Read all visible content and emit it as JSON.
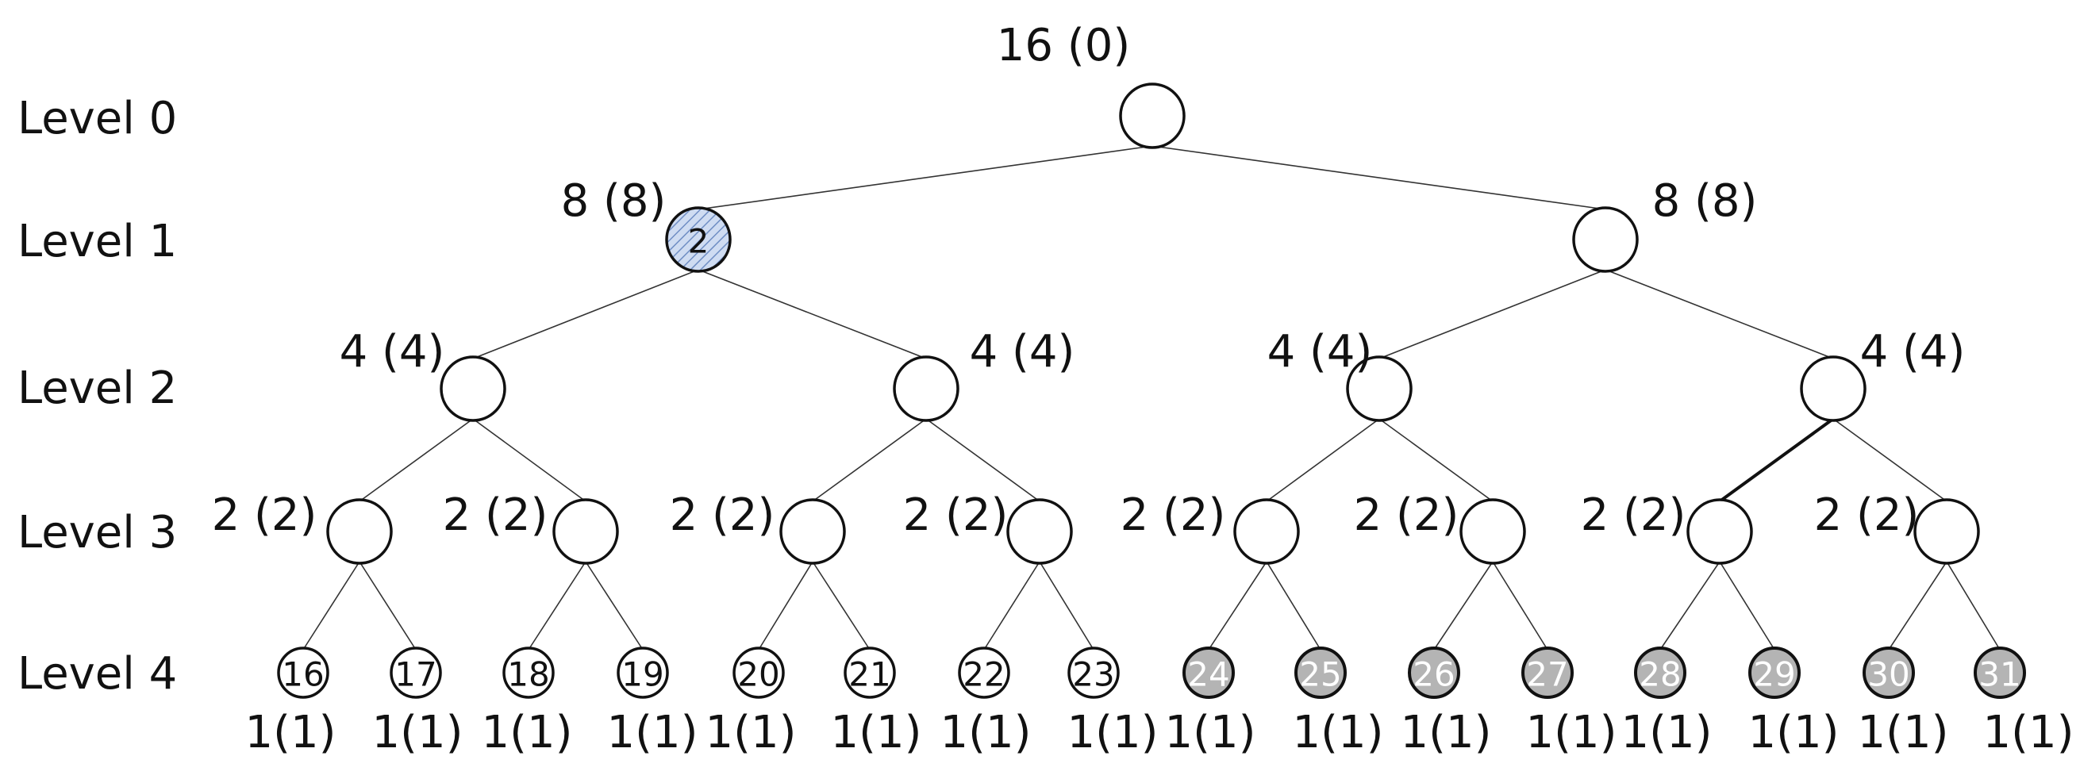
{
  "colors": {
    "node_stroke": "#111111",
    "node_fill": "#ffffff",
    "highlight_fill": "#cfdcf2",
    "highlight_hatch": "#6f8ec4",
    "gray_fill": "#b4b4b4",
    "gray_text": "#ffffff"
  },
  "levels": [
    "Level 0",
    "Level 1",
    "Level 2",
    "Level 3",
    "Level 4"
  ],
  "tree": {
    "root": {
      "caption": "16 (0)"
    },
    "level1": [
      {
        "caption": "8 (8)",
        "id_label": "2",
        "style": "hatched"
      },
      {
        "caption": "8 (8)",
        "id_label": "",
        "style": "plain"
      }
    ],
    "level2": [
      {
        "caption": "4 (4)"
      },
      {
        "caption": "4 (4)"
      },
      {
        "caption": "4 (4)"
      },
      {
        "caption": "4 (4)"
      }
    ],
    "level3": [
      {
        "caption": "2 (2)"
      },
      {
        "caption": "2 (2)"
      },
      {
        "caption": "2 (2)"
      },
      {
        "caption": "2 (2)"
      },
      {
        "caption": "2 (2)"
      },
      {
        "caption": "2 (2)"
      },
      {
        "caption": "2 (2)"
      },
      {
        "caption": "2 (2)"
      }
    ],
    "leaves": [
      {
        "id_label": "16",
        "caption": "1(1)",
        "style": "plain"
      },
      {
        "id_label": "17",
        "caption": "1(1)",
        "style": "plain"
      },
      {
        "id_label": "18",
        "caption": "1(1)",
        "style": "plain"
      },
      {
        "id_label": "19",
        "caption": "1(1)",
        "style": "plain"
      },
      {
        "id_label": "20",
        "caption": "1(1)",
        "style": "plain"
      },
      {
        "id_label": "21",
        "caption": "1(1)",
        "style": "plain"
      },
      {
        "id_label": "22",
        "caption": "1(1)",
        "style": "plain"
      },
      {
        "id_label": "23",
        "caption": "1(1)",
        "style": "plain"
      },
      {
        "id_label": "24",
        "caption": "1(1)",
        "style": "gray"
      },
      {
        "id_label": "25",
        "caption": "1(1)",
        "style": "gray"
      },
      {
        "id_label": "26",
        "caption": "1(1)",
        "style": "gray"
      },
      {
        "id_label": "27",
        "caption": "1(1)",
        "style": "gray"
      },
      {
        "id_label": "28",
        "caption": "1(1)",
        "style": "gray"
      },
      {
        "id_label": "29",
        "caption": "1(1)",
        "style": "gray"
      },
      {
        "id_label": "30",
        "caption": "1(1)",
        "style": "gray"
      },
      {
        "id_label": "31",
        "caption": "1(1)",
        "style": "gray"
      }
    ],
    "bold_edge": {
      "from_level": 2,
      "from_index": 3,
      "to_index": 6
    }
  }
}
